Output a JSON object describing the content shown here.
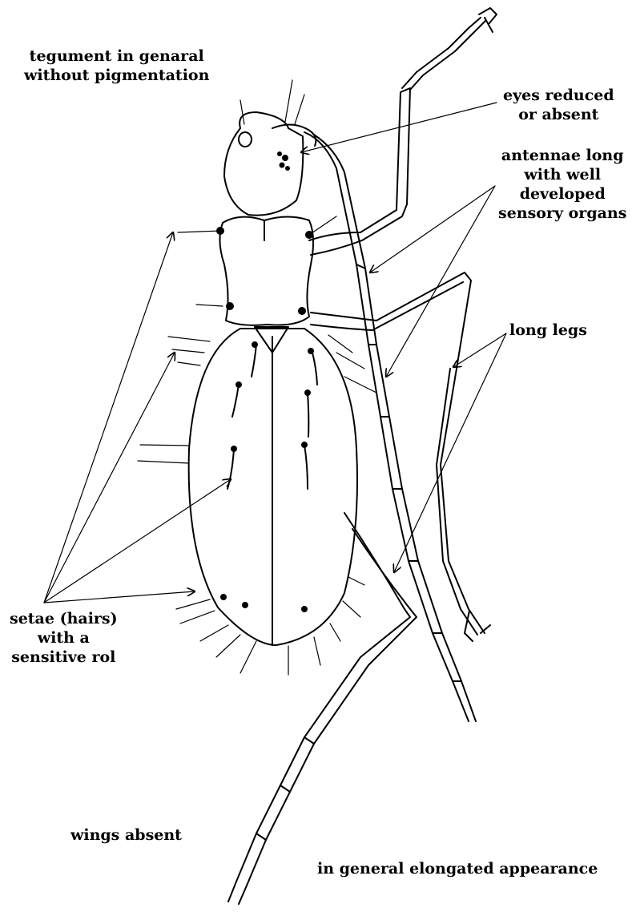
{
  "labels": {
    "tegument": [
      "tegument in genaral",
      "without pigmentation"
    ],
    "eyes": [
      "eyes reduced",
      "or absent"
    ],
    "antennae": [
      "antennae long",
      "with well",
      "developed",
      "sensory organs"
    ],
    "legs": "long legs",
    "setae": [
      "setae (hairs)",
      "with a",
      "sensitive rol"
    ],
    "wings": "wings absent",
    "elongated": "in general elongated appearance"
  }
}
